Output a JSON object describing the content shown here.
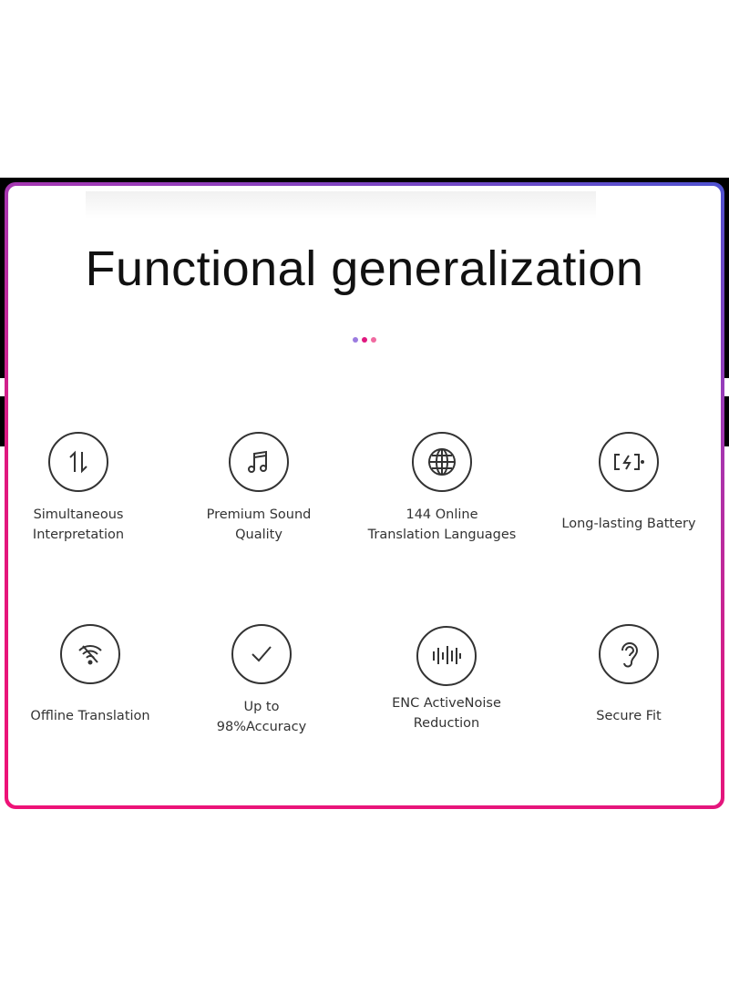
{
  "title": "Functional generalization",
  "colors": {
    "pink": "#ee1277",
    "purple": "#4e52d0",
    "dot1": "#9b7be0",
    "dot2": "#e0187f",
    "dot3": "#f06aa0"
  },
  "features": [
    {
      "icon": "up-down-arrows-icon",
      "line1": "Simultaneous",
      "line2": "Interpretation"
    },
    {
      "icon": "music-note-icon",
      "line1": "Premium Sound",
      "line2": "Quality"
    },
    {
      "icon": "globe-icon",
      "line1": "144 Online",
      "line2": "Translation Languages"
    },
    {
      "icon": "battery-charging-icon",
      "line1": "Long-lasting Battery",
      "line2": ""
    },
    {
      "icon": "wifi-off-icon",
      "line1": "Offline Translation",
      "line2": ""
    },
    {
      "icon": "checkmark-icon",
      "line1": "Up to",
      "line2": "98%Accuracy"
    },
    {
      "icon": "sound-wave-icon",
      "line1": "ENC ActiveNoise",
      "line2": "Reduction"
    },
    {
      "icon": "ear-icon",
      "line1": "Secure Fit",
      "line2": ""
    }
  ]
}
